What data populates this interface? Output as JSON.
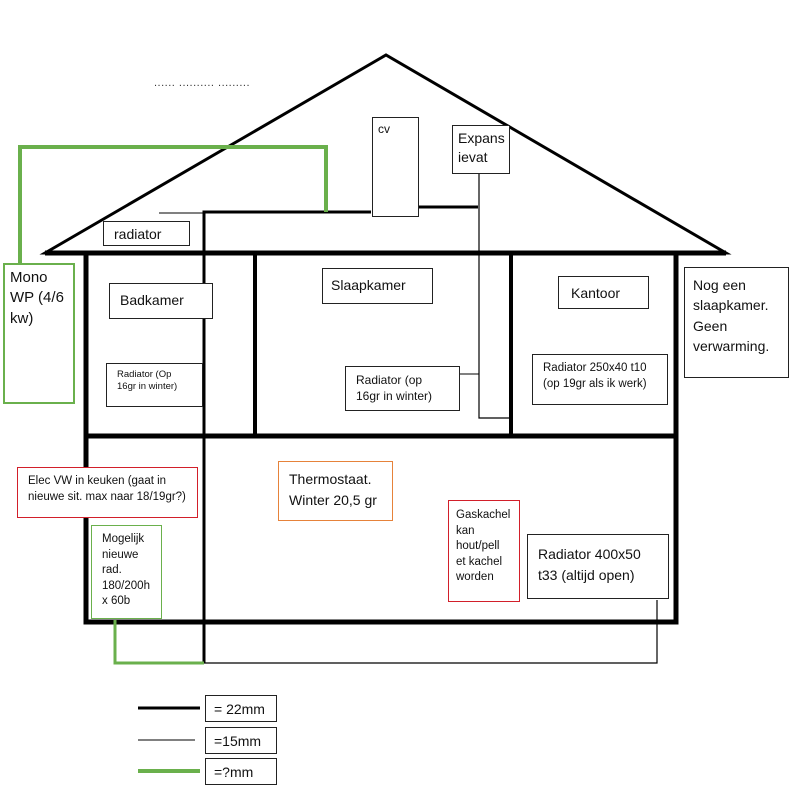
{
  "rooms": {
    "badkamer": "Badkamer",
    "slaapkamer": "Slaapkamer",
    "kantoor": "Kantoor"
  },
  "components": {
    "cv": "cv",
    "expansievat": "Expans\nievat",
    "attic_radiator": "radiator",
    "mono_wp": "Mono\nWP (4/6\nkw)",
    "extra_bedroom": "Nog een\nslaapkamer.\nGeen\nverwarming."
  },
  "radiators": {
    "badkamer": "Radiator (Op\n16gr in winter)",
    "slaapkamer": "Radiator (op\n16gr in winter)",
    "kantoor": "Radiator 250x40 t10\n(op 19gr als ik werk)",
    "woonkamer": "Radiator 400x50\nt33 (altijd open)",
    "nieuw": "Mogelijk\nnieuwe\nrad.\n180/200h\nx 60b"
  },
  "notes": {
    "elec": "Elec VW in keuken (gaat in\nnieuwe sit. max naar 18/19gr?)",
    "thermostaat": "Thermostaat.\nWinter 20,5 gr",
    "gaskachel": "Gaskachel\nkan\nhout/pell\net kachel\nworden",
    "dots": "...... .......... ........."
  },
  "legend": [
    {
      "label": "= 22mm",
      "color": "#000000",
      "style": "thick"
    },
    {
      "label": "=15mm",
      "color": "#000000",
      "style": "thin"
    },
    {
      "label": "=?mm",
      "color": "#6ab04c",
      "style": "green"
    }
  ],
  "colors": {
    "outline": "#000000",
    "green_pipe": "#6ab04c",
    "red_box": "#d21f2a",
    "orange_box": "#e6823a"
  }
}
